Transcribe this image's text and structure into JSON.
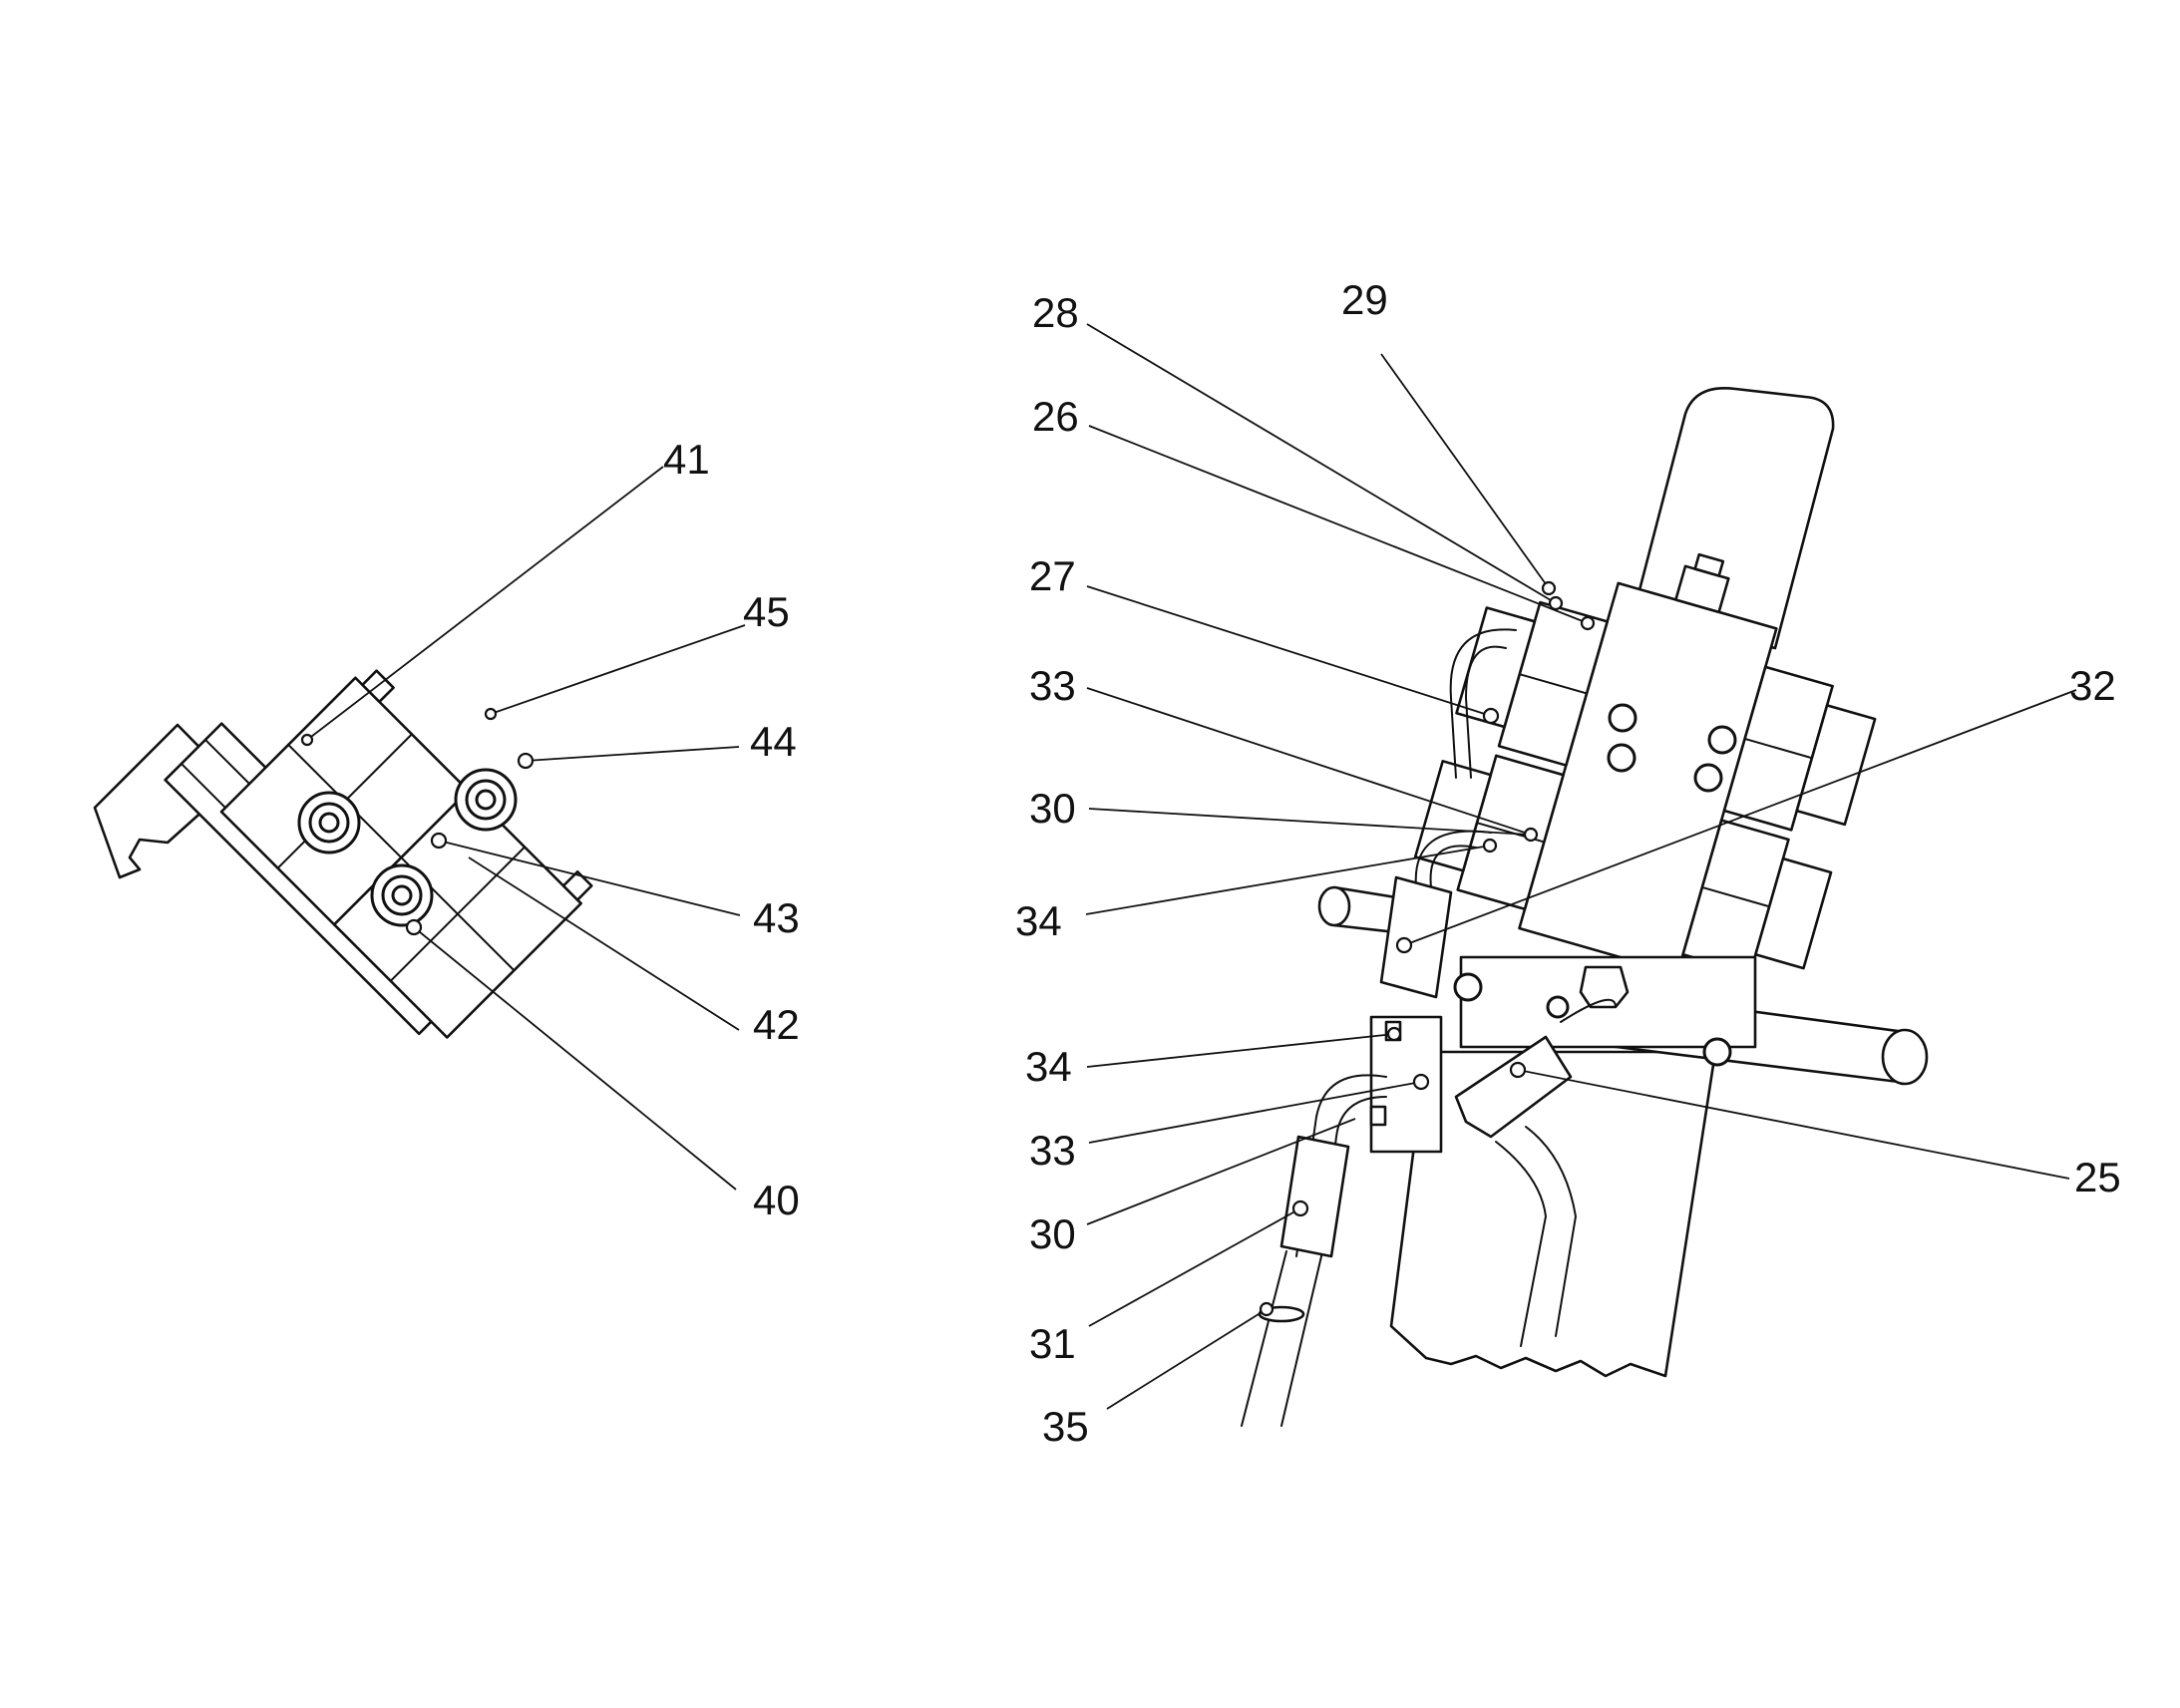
{
  "callouts": {
    "c41": "41",
    "c45": "45",
    "c44": "44",
    "c43": "43",
    "c42": "42",
    "c40": "40",
    "c28": "28",
    "c29": "29",
    "c26": "26",
    "c27": "27",
    "c33a": "33",
    "c32": "32",
    "c30a": "30",
    "c34a": "34",
    "c34b": "34",
    "c33b": "33",
    "c25": "25",
    "c30b": "30",
    "c31": "31",
    "c35": "35"
  }
}
